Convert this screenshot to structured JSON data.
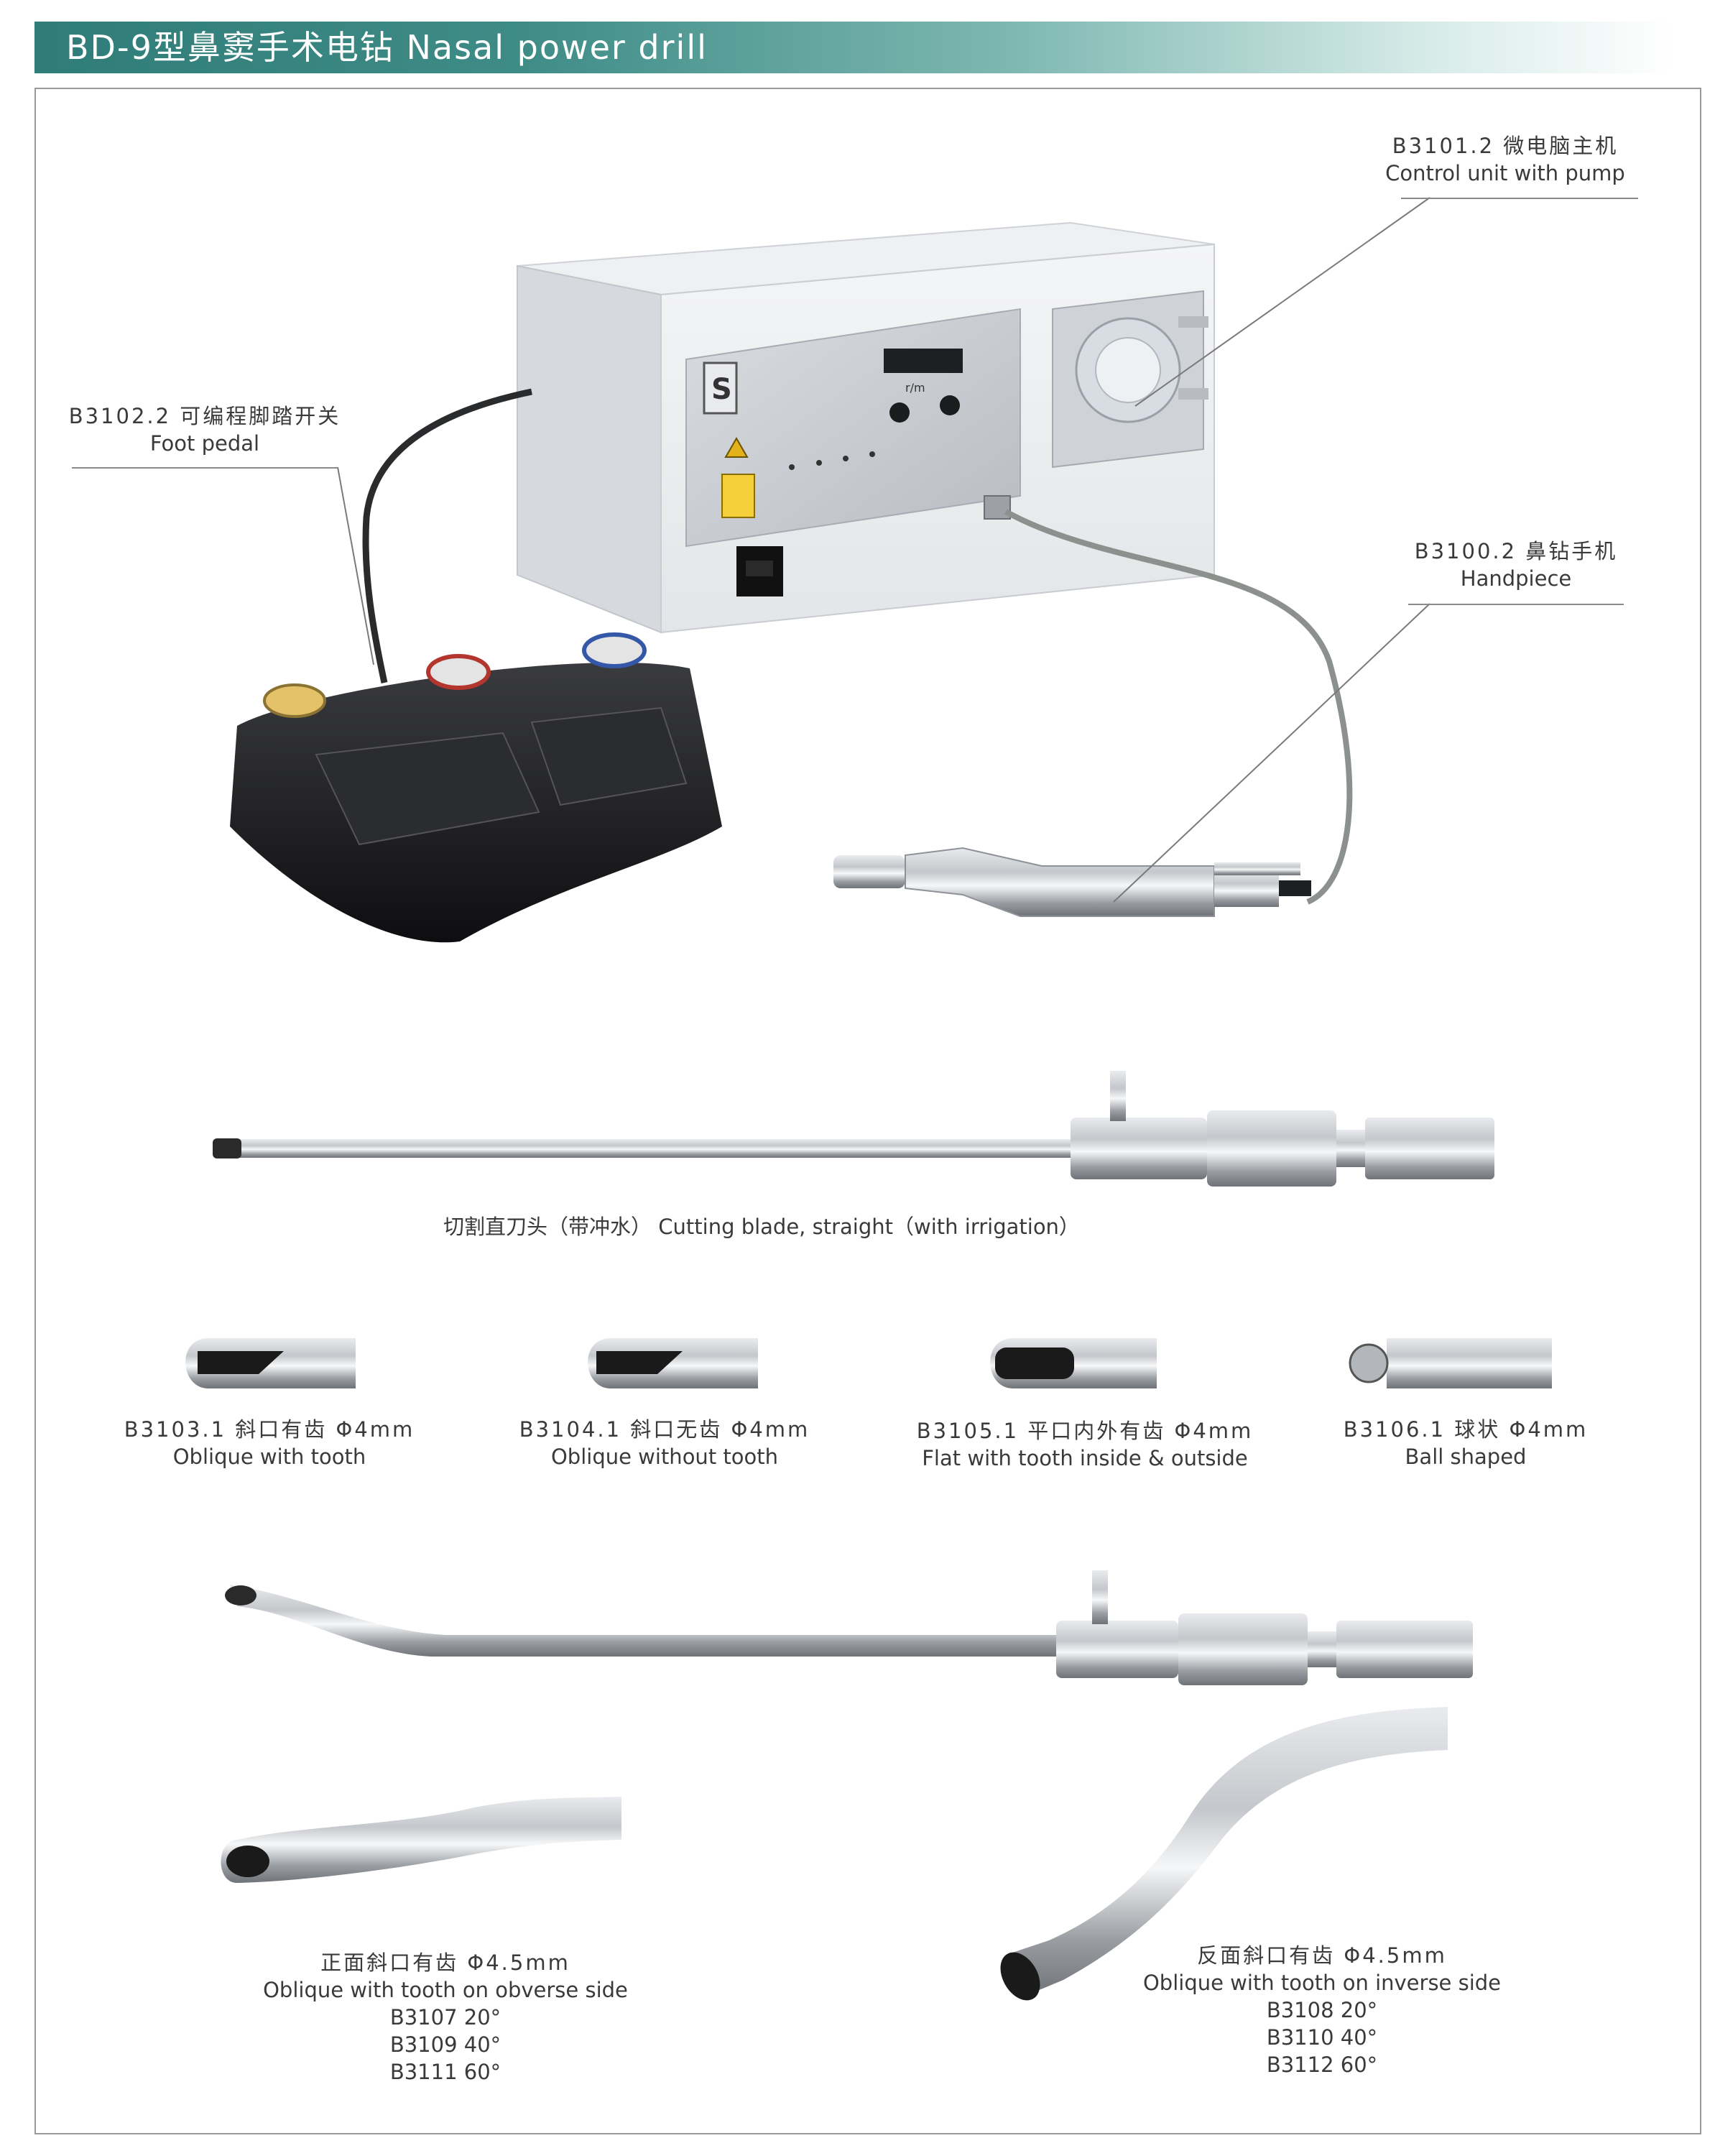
{
  "header": {
    "title": "BD-9型鼻窦手术电钻 Nasal power drill"
  },
  "device": {
    "display_unit": "r/m"
  },
  "callouts": {
    "control_unit": {
      "code_zh": "B3101.2 微电脑主机",
      "en": "Control unit with pump"
    },
    "foot_pedal": {
      "code_zh": "B3102.2 可编程脚踏开关",
      "en": "Foot pedal"
    },
    "handpiece": {
      "code_zh": "B3100.2 鼻钻手机",
      "en": "Handpiece"
    }
  },
  "straight_blade": {
    "caption": "切割直刀头（带冲水） Cutting blade, straight（with irrigation）"
  },
  "tips": [
    {
      "code_zh": "B3103.1 斜口有齿  Φ4mm",
      "en": "Oblique with tooth"
    },
    {
      "code_zh": "B3104.1 斜口无齿  Φ4mm",
      "en": "Oblique without tooth"
    },
    {
      "code_zh": "B3105.1 平口内外有齿  Φ4mm",
      "en": "Flat with tooth inside & outside"
    },
    {
      "code_zh": "B3106.1 球状  Φ4mm",
      "en": "Ball shaped"
    }
  ],
  "obverse": {
    "title_zh": "正面斜口有齿 Φ4.5mm",
    "en": "Oblique with tooth on obverse side",
    "variants": [
      "B3107  20°",
      "B3109  40°",
      "B3111  60°"
    ]
  },
  "inverse": {
    "title_zh": "反面斜口有齿 Φ4.5mm",
    "en": "Oblique with tooth on inverse side",
    "variants": [
      "B3108  20°",
      "B3110  40°",
      "B3112  60°"
    ]
  },
  "colors": {
    "banner": "#2f7c78",
    "frame": "#999999",
    "steel": "#b9bcc0",
    "pedal": "#1c1c1e"
  }
}
